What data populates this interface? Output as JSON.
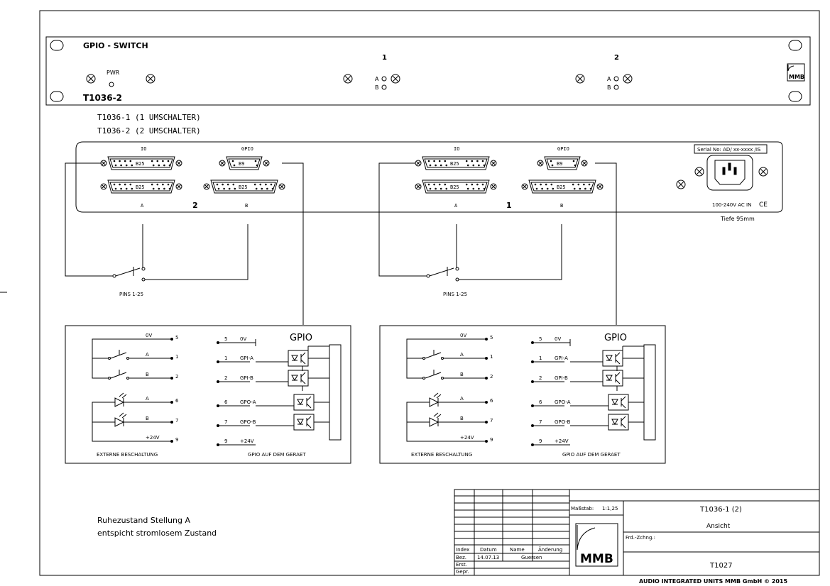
{
  "front_panel": {
    "title": "GPIO - SWITCH",
    "model": "T1036-2",
    "pwr_label": "PWR",
    "channel_1": "1",
    "channel_2": "2",
    "label_a": "A",
    "label_b": "B",
    "logo": "MMB"
  },
  "variants": {
    "line1": "T1036-1 (1 UMSCHALTER)",
    "line2": "T1036-2 (2 UMSCHALTER)"
  },
  "rear_panel": {
    "io_label": "IO",
    "gpio_label": "GPIO",
    "db25": "B25",
    "db9": "B9",
    "label_a": "A",
    "label_b": "B",
    "section_2": "2",
    "section_1": "1",
    "serial": "Serial No: AD/ xx-xxxx /IS",
    "power": "100-240V AC IN",
    "ce": "CE",
    "depth": "Tiefe 95mm"
  },
  "switch_label": "PINS 1-25",
  "gpio_box": {
    "title": "GPIO",
    "ext_caption": "EXTERNE BESCHALTUNG",
    "int_caption": "GPIO AUF DEM GERAET",
    "ext_rows": [
      {
        "name": "0V",
        "pin": "5"
      },
      {
        "name": "A",
        "pin": "1"
      },
      {
        "name": "B",
        "pin": "2"
      },
      {
        "name": "A",
        "pin": "6"
      },
      {
        "name": "B",
        "pin": "7"
      },
      {
        "name": "+24V",
        "pin": "9"
      }
    ],
    "int_rows": [
      {
        "pin": "5",
        "name": "0V"
      },
      {
        "pin": "1",
        "name": "GPI-A"
      },
      {
        "pin": "2",
        "name": "GPI-B"
      },
      {
        "pin": "6",
        "name": "GPO-A"
      },
      {
        "pin": "7",
        "name": "GPO-B"
      },
      {
        "pin": "9",
        "name": "+24V"
      }
    ]
  },
  "note": {
    "line1": "Ruhezustand Stellung A",
    "line2": "entspicht stromlosem Zustand"
  },
  "title_block": {
    "scale_label": "Maßstab:",
    "scale": "1:1,25",
    "drawing_title": "T1036-1 (2)",
    "view": "Ansicht",
    "frd_label": "Frd.-Zchng.:",
    "drawing_no": "T1027",
    "col_index": "Index",
    "col_date": "Datum",
    "col_name": "Name",
    "col_change": "Änderung",
    "row_bez": "Bez.",
    "row_erst": "Erst.",
    "row_gepr": "Gepr.",
    "date": "14.07.13",
    "name": "Guersen",
    "logo": "MMB"
  },
  "footer": "AUDIO INTEGRATED UNITS MMB GmbH © 2015"
}
